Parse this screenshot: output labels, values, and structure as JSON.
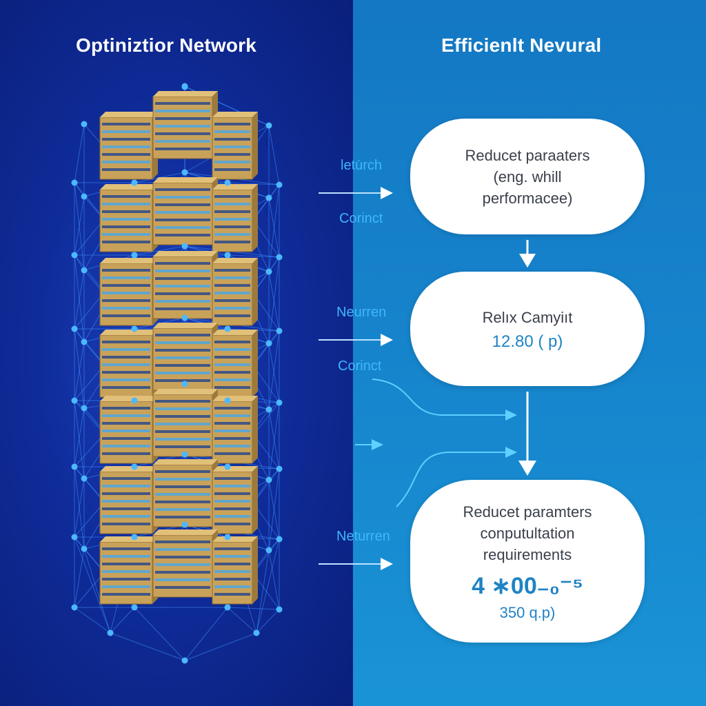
{
  "left_panel": {
    "title": "Optiniztior Network"
  },
  "right_panel": {
    "title": "Efficienlt Nevural"
  },
  "side_labels": [
    {
      "text": "letu̇rch"
    },
    {
      "text": "Corinct"
    },
    {
      "text": "Neurren"
    },
    {
      "text": "Corinct"
    },
    {
      "text": "Neturren"
    }
  ],
  "boxes": [
    {
      "lines": [
        "Reducet paraaters",
        "(eng. whill",
        "performacee)"
      ]
    },
    {
      "lines": [
        "Relıx Camyiıt"
      ],
      "value": "12.80 ( p)"
    },
    {
      "lines": [
        "Reducet paramters",
        "conputultation",
        "requirements"
      ],
      "value_big": "4 ∗00₋₀⁻⁵",
      "value_small": "350 q.p)"
    }
  ],
  "colors": {
    "left_bg": "#0f2c9a",
    "right_bg": "#1684cc",
    "arrow": "#ffffff",
    "accent": "#3fb6ff",
    "block_gold": "#c9a25a"
  }
}
